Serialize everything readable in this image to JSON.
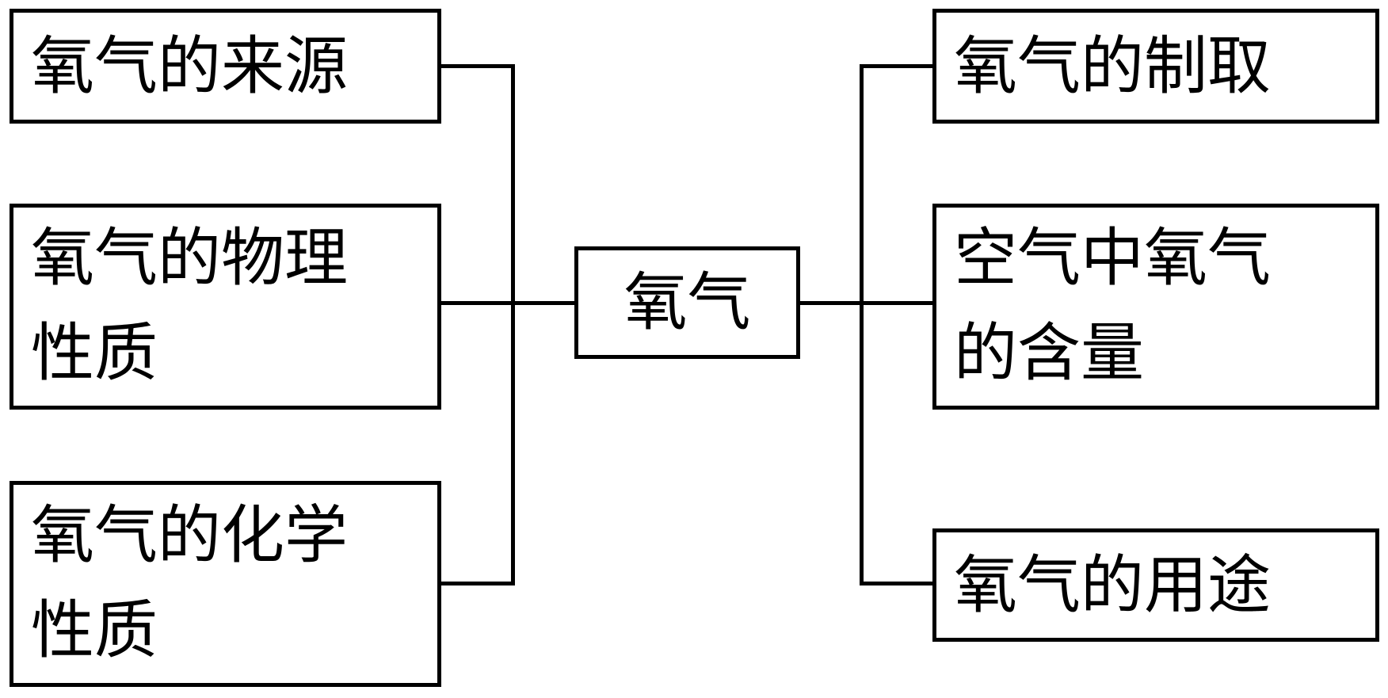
{
  "center": {
    "label": "氧气"
  },
  "left": [
    {
      "lines": [
        "氧气的来源"
      ]
    },
    {
      "lines": [
        "氧气的物理",
        "性质"
      ]
    },
    {
      "lines": [
        "氧气的化学",
        "性质"
      ]
    }
  ],
  "right": [
    {
      "lines": [
        "氧气的制取"
      ]
    },
    {
      "lines": [
        "空气中氧气",
        "的含量"
      ]
    },
    {
      "lines": [
        "氧气的用途"
      ]
    }
  ]
}
